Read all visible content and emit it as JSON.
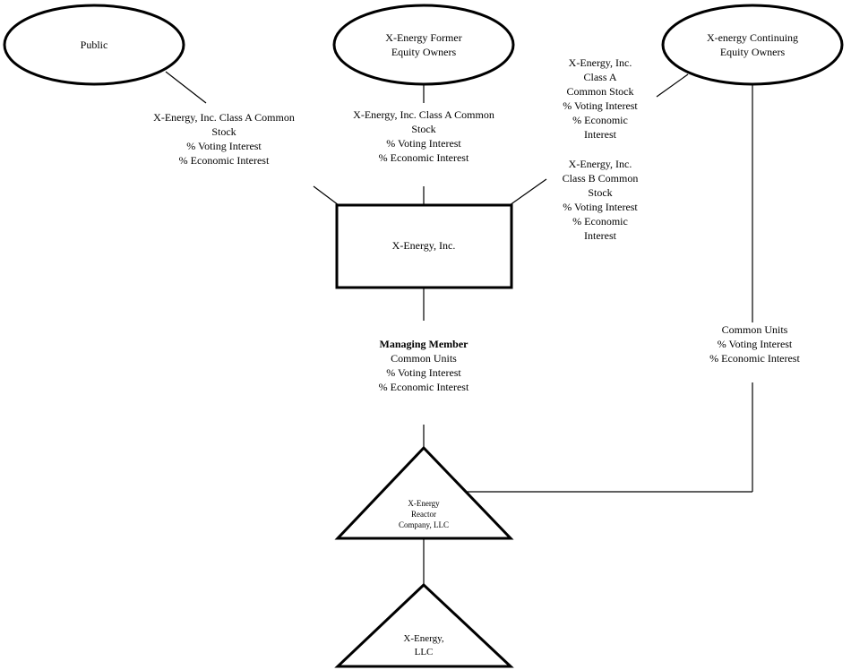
{
  "nodes": {
    "public": "Public",
    "former_owners": [
      "X-Energy Former",
      "Equity Owners"
    ],
    "continuing_owners": [
      "X-energy Continuing",
      "Equity Owners"
    ],
    "x_energy_inc": "X-Energy, Inc.",
    "reactor_company": [
      "X-Energy",
      "Reactor",
      "Company, LLC"
    ],
    "x_energy_llc": [
      "X-Energy,",
      "LLC"
    ]
  },
  "edge_labels": {
    "public_to_inc": [
      "X-Energy, Inc. Class A  Common",
      "Stock",
      "% Voting Interest",
      "% Economic Interest"
    ],
    "former_to_inc": [
      "X-Energy, Inc. Class A  Common",
      "Stock",
      "% Voting Interest",
      "% Economic Interest"
    ],
    "continuing_class_a": [
      "X-Energy, Inc.",
      "Class A",
      "Common Stock",
      "% Voting Interest",
      "% Economic",
      "Interest"
    ],
    "continuing_class_b": [
      "X-Energy, Inc.",
      "Class B  Common",
      "Stock",
      "% Voting Interest",
      "% Economic",
      "Interest"
    ],
    "inc_to_reactor_title": "Managing Member",
    "inc_to_reactor": [
      "Common Units",
      "% Voting Interest",
      "% Economic Interest"
    ],
    "continuing_to_reactor": [
      "Common Units",
      "% Voting Interest",
      "% Economic Interest"
    ]
  }
}
